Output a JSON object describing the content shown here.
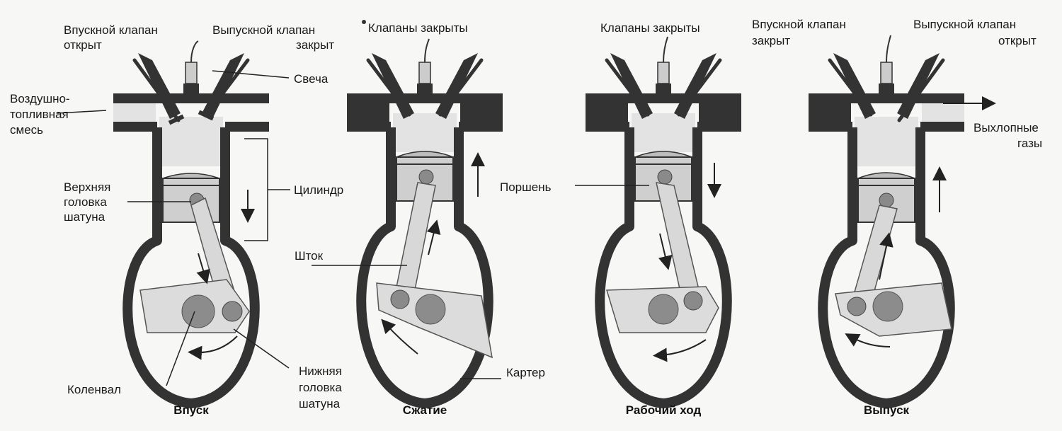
{
  "stages": [
    {
      "caption": "Впуск",
      "labels": {
        "intake_valve": [
          "Впускной клапан",
          "открыт"
        ],
        "exhaust_valve": [
          "Выпускной клапан",
          "закрыт"
        ],
        "spark_plug": "Свеча",
        "mixture": [
          "Воздушно-",
          "топливная",
          "смесь"
        ],
        "small_end": [
          "Верхняя",
          "головка",
          "шатуна"
        ],
        "cylinder": "Цилиндр",
        "crankshaft": "Коленвал",
        "big_end": [
          "Нижняя",
          "головка",
          "шатуна"
        ]
      }
    },
    {
      "caption": "Сжатие",
      "labels": {
        "valves": "Клапаны закрыты",
        "rod": "Шток",
        "crankcase": "Картер"
      }
    },
    {
      "caption": "Рабочий ход",
      "labels": {
        "valves": "Клапаны закрыты",
        "piston": "Поршень"
      }
    },
    {
      "caption": "Выпуск",
      "labels": {
        "intake_valve": [
          "Впускной клапан",
          "закрыт"
        ],
        "exhaust_valve": [
          "Выпускной клапан",
          "открыт"
        ],
        "exhaust_gases": [
          "Выхлопные",
          "газы"
        ]
      }
    }
  ],
  "colors": {
    "wall": "#333333",
    "gas": "#e3e3e3",
    "metal": "#cfcfcf"
  }
}
